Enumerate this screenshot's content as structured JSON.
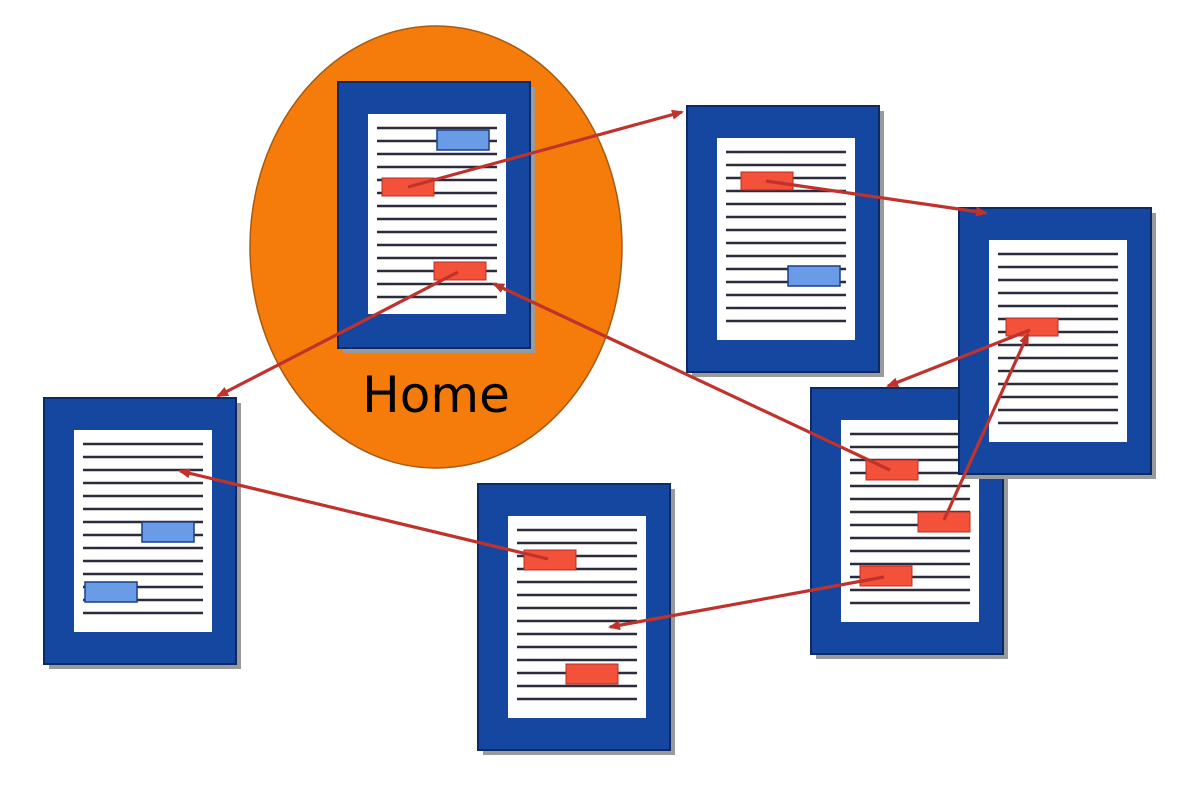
{
  "home_label": "Home",
  "colors": {
    "background": "#ffffff",
    "home_circle": "#f57c0b",
    "page_frame": "#1546a0",
    "page_body": "#ffffff",
    "text_line": "#2b2b3b",
    "link_red": "#f4513a",
    "link_blue": "#6a9be6",
    "arrow": "#c0322c",
    "shadow": "#9a9a9a"
  },
  "pages": [
    {
      "id": "home",
      "link_count": 2,
      "anchor_count": 1
    },
    {
      "id": "page-a",
      "link_count": 1,
      "anchor_count": 1
    },
    {
      "id": "page-b",
      "link_count": 1,
      "anchor_count": 0
    },
    {
      "id": "page-c",
      "link_count": 3,
      "anchor_count": 0
    },
    {
      "id": "page-d",
      "link_count": 2,
      "anchor_count": 0
    },
    {
      "id": "page-e",
      "link_count": 0,
      "anchor_count": 2
    }
  ],
  "connections": [
    {
      "from": "home",
      "to": "page-a"
    },
    {
      "from": "page-a",
      "to": "page-b"
    },
    {
      "from": "page-b",
      "to": "page-c"
    },
    {
      "from": "page-c",
      "to": "page-b"
    },
    {
      "from": "page-c",
      "to": "home"
    },
    {
      "from": "page-c",
      "to": "page-d"
    },
    {
      "from": "page-d",
      "to": "page-e"
    },
    {
      "from": "home",
      "to": "page-e"
    }
  ]
}
